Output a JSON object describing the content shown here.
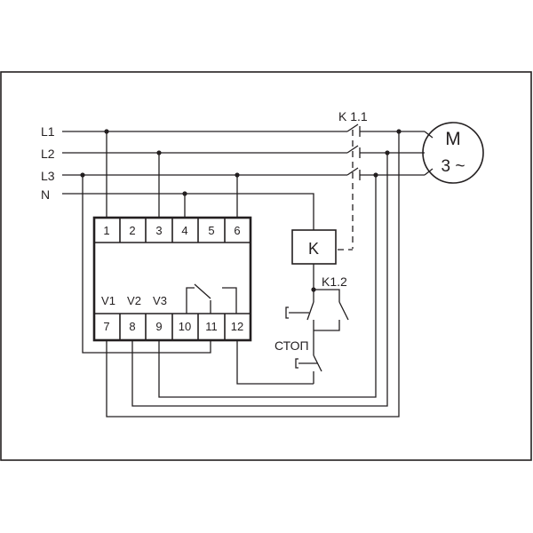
{
  "lines": [
    "L1",
    "L2",
    "L3",
    "N"
  ],
  "motor": {
    "symbol": "M",
    "phase": "3 ~"
  },
  "contactor": {
    "main_contact": "K 1.1",
    "aux_contact": "K1.2",
    "coil": "K"
  },
  "stop_button": "СТОП",
  "terminals_top": [
    "1",
    "2",
    "3",
    "4",
    "5",
    "6"
  ],
  "terminals_bottom": [
    "7",
    "8",
    "9",
    "10",
    "11",
    "12"
  ],
  "voltage_inputs": [
    "V1",
    "V2",
    "V3"
  ]
}
